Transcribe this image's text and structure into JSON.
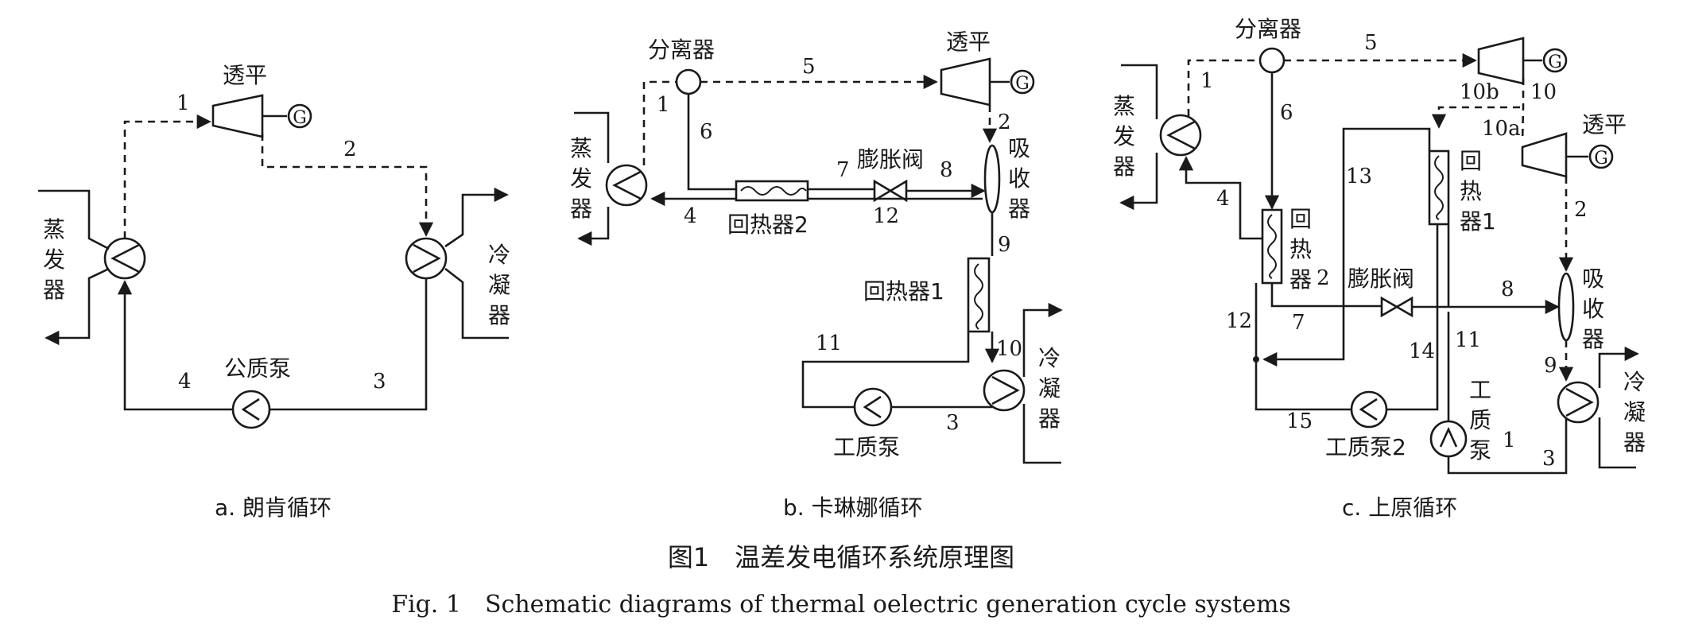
{
  "panel_a": {
    "caption": "a. 朗肯循环",
    "turbine": "透平",
    "evaporator": [
      "蒸",
      "发",
      "器"
    ],
    "condenser": [
      "冷",
      "凝",
      "器"
    ],
    "pump": "公质泵",
    "generator": "G",
    "states": [
      "1",
      "2",
      "3",
      "4"
    ]
  },
  "panel_b": {
    "caption": "b. 卡琳娜循环",
    "separator": "分离器",
    "turbine": "透平",
    "evaporator": [
      "蒸",
      "发",
      "器"
    ],
    "absorber": [
      "吸",
      "收",
      "器"
    ],
    "condenser": [
      "冷",
      "凝",
      "器"
    ],
    "regen2": "回热器2",
    "regen1": "回热器1",
    "valve": "膨胀阀",
    "pump": "工质泵",
    "generator": "G",
    "states": [
      "1",
      "2",
      "3",
      "4",
      "5",
      "6",
      "7",
      "8",
      "9",
      "10",
      "11",
      "12"
    ]
  },
  "panel_c": {
    "caption": "c. 上原循环",
    "separator": "分离器",
    "turbine": "透平",
    "evaporator": [
      "蒸",
      "发",
      "器"
    ],
    "absorber": [
      "吸",
      "收",
      "器"
    ],
    "condenser": [
      "冷",
      "凝",
      "器"
    ],
    "regen2": [
      "回",
      "热",
      "器",
      "2"
    ],
    "regen1": [
      "回",
      "热",
      "器1"
    ],
    "valve": "膨胀阀",
    "pump2": "工质泵2",
    "pump1": [
      "工",
      "质",
      "泵"
    ],
    "generator": "G",
    "states": [
      "1",
      "2",
      "3",
      "4",
      "5",
      "6",
      "7",
      "8",
      "9",
      "10",
      "10b",
      "10a",
      "11",
      "12",
      "13",
      "14",
      "15",
      "2",
      "1"
    ]
  },
  "figure": {
    "title_cn": "图1　温差发电循环系统原理图",
    "title_en": "Fig. 1　Schematic diagrams of thermal oelectric generation cycle systems"
  }
}
